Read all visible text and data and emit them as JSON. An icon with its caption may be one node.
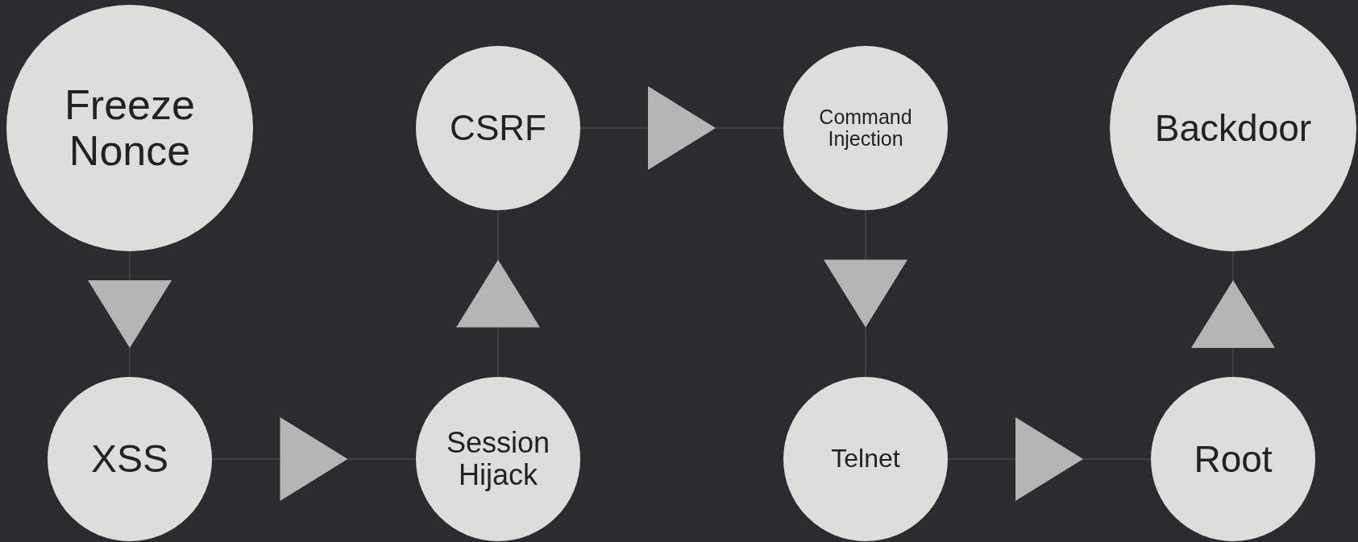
{
  "diagram": {
    "nodes": [
      {
        "text": [
          "Freeze Nonce"
        ]
      },
      {
        "text": [
          "CSRF"
        ]
      },
      {
        "text": [
          "Command Injection"
        ]
      },
      {
        "text": [
          "Backdoor"
        ]
      },
      {
        "text": [
          "XSS"
        ]
      },
      {
        "text": [
          "Session Hijack"
        ]
      },
      {
        "text": [
          "Telnet"
        ]
      },
      {
        "text": [
          "Root"
        ]
      }
    ],
    "edges": [
      {
        "from": 0,
        "to": 4,
        "arrow": "to"
      },
      {
        "from": 4,
        "to": 5,
        "arrow": "to"
      },
      {
        "from": 5,
        "to": 1,
        "arrow": "to"
      },
      {
        "from": 1,
        "to": 2,
        "arrow": "to"
      },
      {
        "from": 2,
        "to": 6,
        "arrow": "to"
      },
      {
        "from": 6,
        "to": 7,
        "arrow": "to"
      },
      {
        "from": 7,
        "to": 3,
        "arrow": "to"
      }
    ]
  }
}
